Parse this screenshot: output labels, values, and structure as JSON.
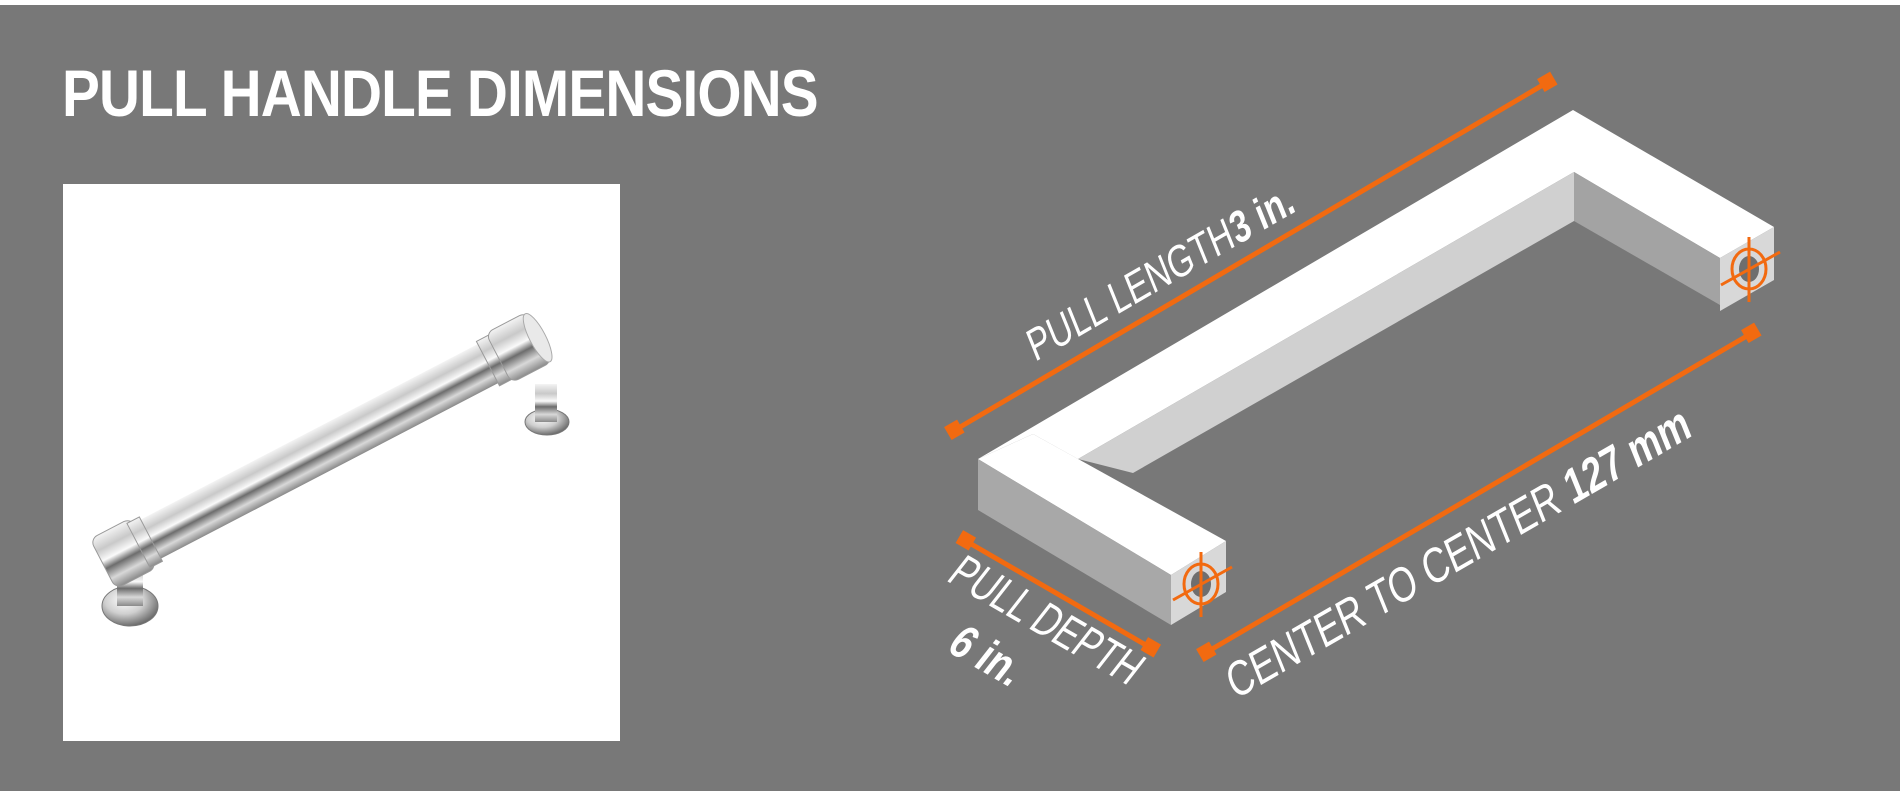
{
  "title": "PULL HANDLE DIMENSIONS",
  "colors": {
    "background": "#787878",
    "accent": "#f26a10",
    "text": "#ffffff",
    "photo_bg": "#ffffff"
  },
  "product_image": {
    "description": "polished chrome bar pull handle on white background"
  },
  "dimensions": {
    "pull_length": {
      "label": "PULL LENGTH",
      "value": "3 in."
    },
    "center_to_center": {
      "label": "CENTER TO CENTER",
      "value": "127 mm"
    },
    "pull_depth": {
      "label": "PULL DEPTH",
      "value": "6 in."
    }
  },
  "icons": [
    "crosshair-icon",
    "crosshair-icon"
  ]
}
